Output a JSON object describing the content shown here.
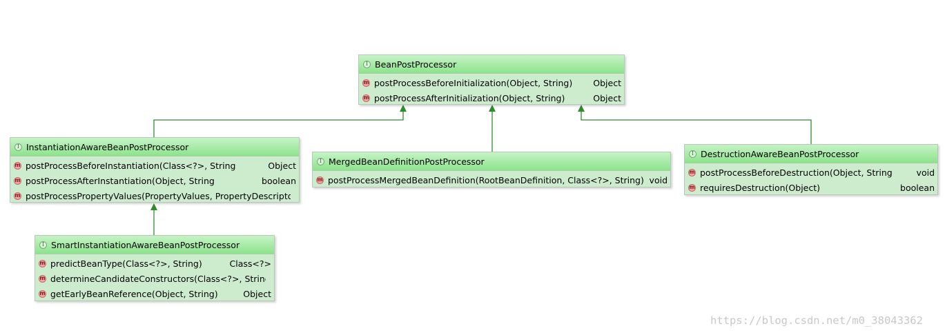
{
  "diagram": {
    "nodes": {
      "root": {
        "name": "BeanPostProcessor",
        "icon": "interface-icon",
        "methods": [
          {
            "signature": "postProcessBeforeInitialization(Object, String)",
            "return": "Object"
          },
          {
            "signature": "postProcessAfterInitialization(Object, String)",
            "return": "Object"
          }
        ]
      },
      "iabpp": {
        "name": "InstantiationAwareBeanPostProcessor",
        "icon": "interface-icon",
        "methods": [
          {
            "signature": "postProcessBeforeInstantiation(Class<?>, String",
            "return": "Object"
          },
          {
            "signature": "postProcessAfterInstantiation(Object, String",
            "return": "boolean"
          },
          {
            "signature": "postProcessPropertyValues(PropertyValues, PropertyDescriptor[]",
            "return": ""
          }
        ]
      },
      "mbdpp": {
        "name": "MergedBeanDefinitionPostProcessor",
        "icon": "interface-icon",
        "methods": [
          {
            "signature": "postProcessMergedBeanDefinition(RootBeanDefinition, Class<?>, String)",
            "return": "void"
          }
        ]
      },
      "dabpp": {
        "name": "DestructionAwareBeanPostProcessor",
        "icon": "interface-icon",
        "methods": [
          {
            "signature": "postProcessBeforeDestruction(Object, String",
            "return": "void"
          },
          {
            "signature": "requiresDestruction(Object)",
            "return": "boolean"
          }
        ]
      },
      "siabpp": {
        "name": "SmartInstantiationAwareBeanPostProcessor",
        "icon": "interface-icon",
        "methods": [
          {
            "signature": "predictBeanType(Class<?>, String)",
            "return": "Class<?>"
          },
          {
            "signature": "determineCandidateConstructors(Class<?>, String>[]",
            "return": ""
          },
          {
            "signature": "getEarlyBeanReference(Object, String)",
            "return": "Object"
          }
        ]
      }
    },
    "edges": [
      {
        "from": "InstantiationAwareBeanPostProcessor",
        "to": "BeanPostProcessor"
      },
      {
        "from": "MergedBeanDefinitionPostProcessor",
        "to": "BeanPostProcessor"
      },
      {
        "from": "DestructionAwareBeanPostProcessor",
        "to": "BeanPostProcessor"
      },
      {
        "from": "SmartInstantiationAwareBeanPostProcessor",
        "to": "InstantiationAwareBeanPostProcessor"
      }
    ],
    "colors": {
      "header": "#8de38d",
      "body": "#cdebcd",
      "arrow": "#2e8b2e",
      "method_icon": "#f3a3a3"
    }
  },
  "watermark": "https://blog.csdn.net/m0_38043362"
}
